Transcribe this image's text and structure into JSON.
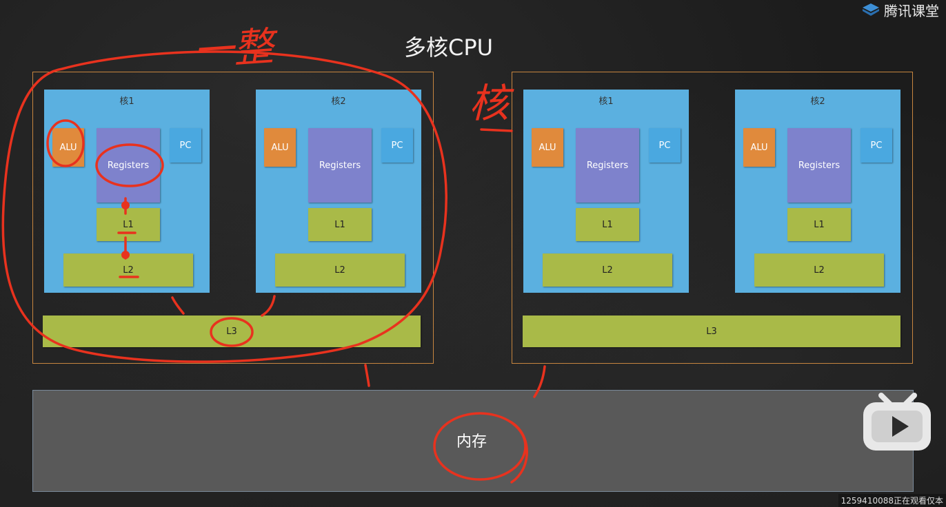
{
  "title": "多核CPU",
  "logo_text": "腾讯课堂",
  "cpus": [
    {
      "l3_label": "L3",
      "cores": [
        {
          "label": "核1",
          "alu": "ALU",
          "registers": "Registers",
          "pc": "PC",
          "l1": "L1",
          "l2": "L2"
        },
        {
          "label": "核2",
          "alu": "ALU",
          "registers": "Registers",
          "pc": "PC",
          "l1": "L1",
          "l2": "L2"
        }
      ]
    },
    {
      "l3_label": "L3",
      "cores": [
        {
          "label": "核1",
          "alu": "ALU",
          "registers": "Registers",
          "pc": "PC",
          "l1": "L1",
          "l2": "L2"
        },
        {
          "label": "核2",
          "alu": "ALU",
          "registers": "Registers",
          "pc": "PC",
          "l1": "L1",
          "l2": "L2"
        }
      ]
    }
  ],
  "memory_label": "内存",
  "annotations": {
    "cpu_note": "一整",
    "core_note": "核"
  },
  "watermark": "1259410088正在观看仅本",
  "colors": {
    "ink": "#e8321e",
    "core": "#5bb0e0",
    "alu": "#e08a3c",
    "registers": "#7e82cc",
    "cache": "#a9ba48",
    "memory": "#595959",
    "cpu_border": "#c8863f"
  }
}
